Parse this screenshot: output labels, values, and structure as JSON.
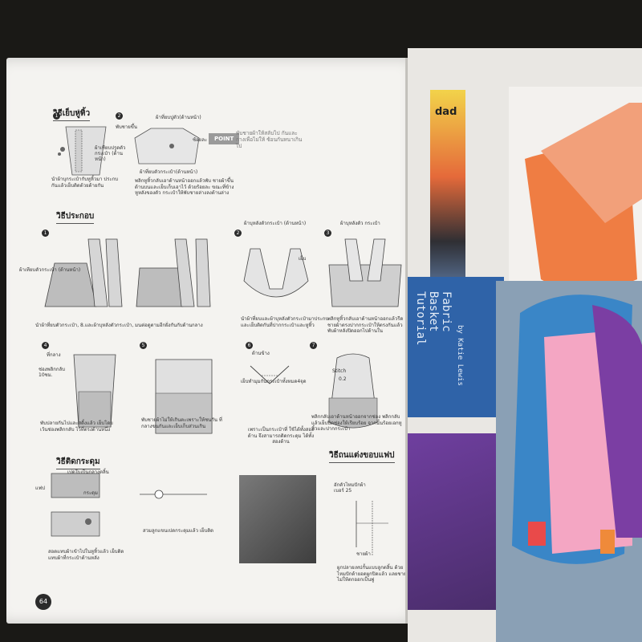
{
  "left_page": {
    "page_number": "64",
    "section_ear": "วิธีเย็บหูหิ้ว",
    "section_assemble": "วิธีประกอบ",
    "section_snap": "วิธีติดกระดุม",
    "section_strap": "วิธีถนแต่งขอบแฟป",
    "point_badge": "POINT",
    "point_text": "พับชายผ้าให้สลับไป กันและกางเพื่อไม่ให้ ซ้อนกันหนาเกินไป",
    "labels": {
      "l1": "เย็บ",
      "l2": "ผ้าเทียบปรูดตัว กระเป๋า (ด้านหน้า)",
      "l3": "ผ้าที่ยบปูตัว(ด้านหน้า)",
      "l4": "พับชายขึ้น",
      "l5": "ซ้อยละ",
      "l6": "ผ้าที่ยบตัวกระเป๋า(ด้านหน้า)",
      "l7": "ผ้าเทียบตัวกระเป๋า (ด้านหน้า)",
      "l8": "ผ้าบุหลังตัวกระเป๋า (ด้านหน้า)",
      "l9": "ผ้าบุหลังตัว กระเป๋า",
      "l10": "เย็บ",
      "l11": "ที่กลาง",
      "l12": "ช่องพลิกกลับ 10ซม.",
      "l13": "ด้านข้าง",
      "l14": "Stitch",
      "l15": "0.2",
      "l16": "เปดใบเป็นกลางตลิ้น",
      "l17": "กระดุม",
      "l18": "แฟป",
      "l19": "อักตัวไหมปักผ้า เบอร์ 25",
      "l20": "ชายผ้า"
    },
    "captions": {
      "c1": "นำผ้าบุกระเป๋ากับหูหิ้วมา ประกบกันแล้วเย็บติดด้วยด้ายกัน",
      "c2": "พลิกหูหิ้วกลับเอาด้านหน้าออกแล้วพับ ชายผ้าขึ้นด้านบนและเย็บเก็บเอาไว้ ด้วยร้อยละ ขณะที่ข้างหูหลังของตัว กระเป๋าให้พับชายล่างลงด้านล่าง",
      "c3": "นำผ้าที่ยบตัวกระเป๋า, 8.และผ้าบุหลังตัวกระเป๋า, มนต่อดูตามอีกฝั่งกันกับด้านกลาง",
      "c4": "นำผ้าที่ยบและผ้าบุหลังตัวกระเป๋ามาประกบ และเย็บติดกันที่ปากกระเป๋าและหูหิ้ว",
      "c5": "พลิกหูหิ้วกลับเอาด้านหน้าออกแล้วรีด ชายผ้าตรงปากกระเป๋าให้ตรงกันแล้ว พับผ้าหลังปิดออกไปด้านใน",
      "c6": "พับปลายกันไปและสดิ้งแล้ว เย็บโดยเว้นช่องพลิกกลับ ไว้ที่ตรงด้านหนึ่ง",
      "c7": "พับชายผ้าไม่ให้เกินตะเพราะให้ชนกัน ที่กลางขนกันและเย็บเก็บส่วนเกิน",
      "c8": "เย็บทำมุมกันกระเป๋าทั้งหมด4จุด",
      "c9": "พลิกกลับเอาด้านหน้าออกจากช่อง พลิกกลับแล้วเย็บปิดช่องให้เรียบร้อย จากนั้นร้อยเอกหูหิ้วและปากกระเป๋า",
      "c10": "สอดแทบผ้าเข้าไปในหูหิ้วแล้ว เย็บติดแทบผ้าที่กระเป๋าด้านหลัง",
      "c11": "สวมลูกแขนเปดกระดุมแล้ว เย็บติด",
      "c12": "เพราะเป็นกระเป๋าที่ ใช้ได้ทั้งสองด้าน จึงสามารถติดกระดุม ได้ทั้งสองด้าน",
      "c13": "ผูกปลายเทปกั้นแบบลูกตลิ้น ด้วยไหมปักด้ายอดผูกปิดแล้ว แลยชายไม่ให้ตกออกเป็นพู่"
    }
  },
  "right_page": {
    "book_title_1": "Fabric",
    "book_title_2": "Basket",
    "book_title_3": "Tutorial",
    "book_author": "by Katie Lewis",
    "label_dad": "dad"
  },
  "colors": {
    "page": "#f4f3f0",
    "text": "#333333",
    "accent_orange": "#ee7a3a",
    "blue_bag": "#3a86c7",
    "purple_bag": "#7b3ea3"
  }
}
